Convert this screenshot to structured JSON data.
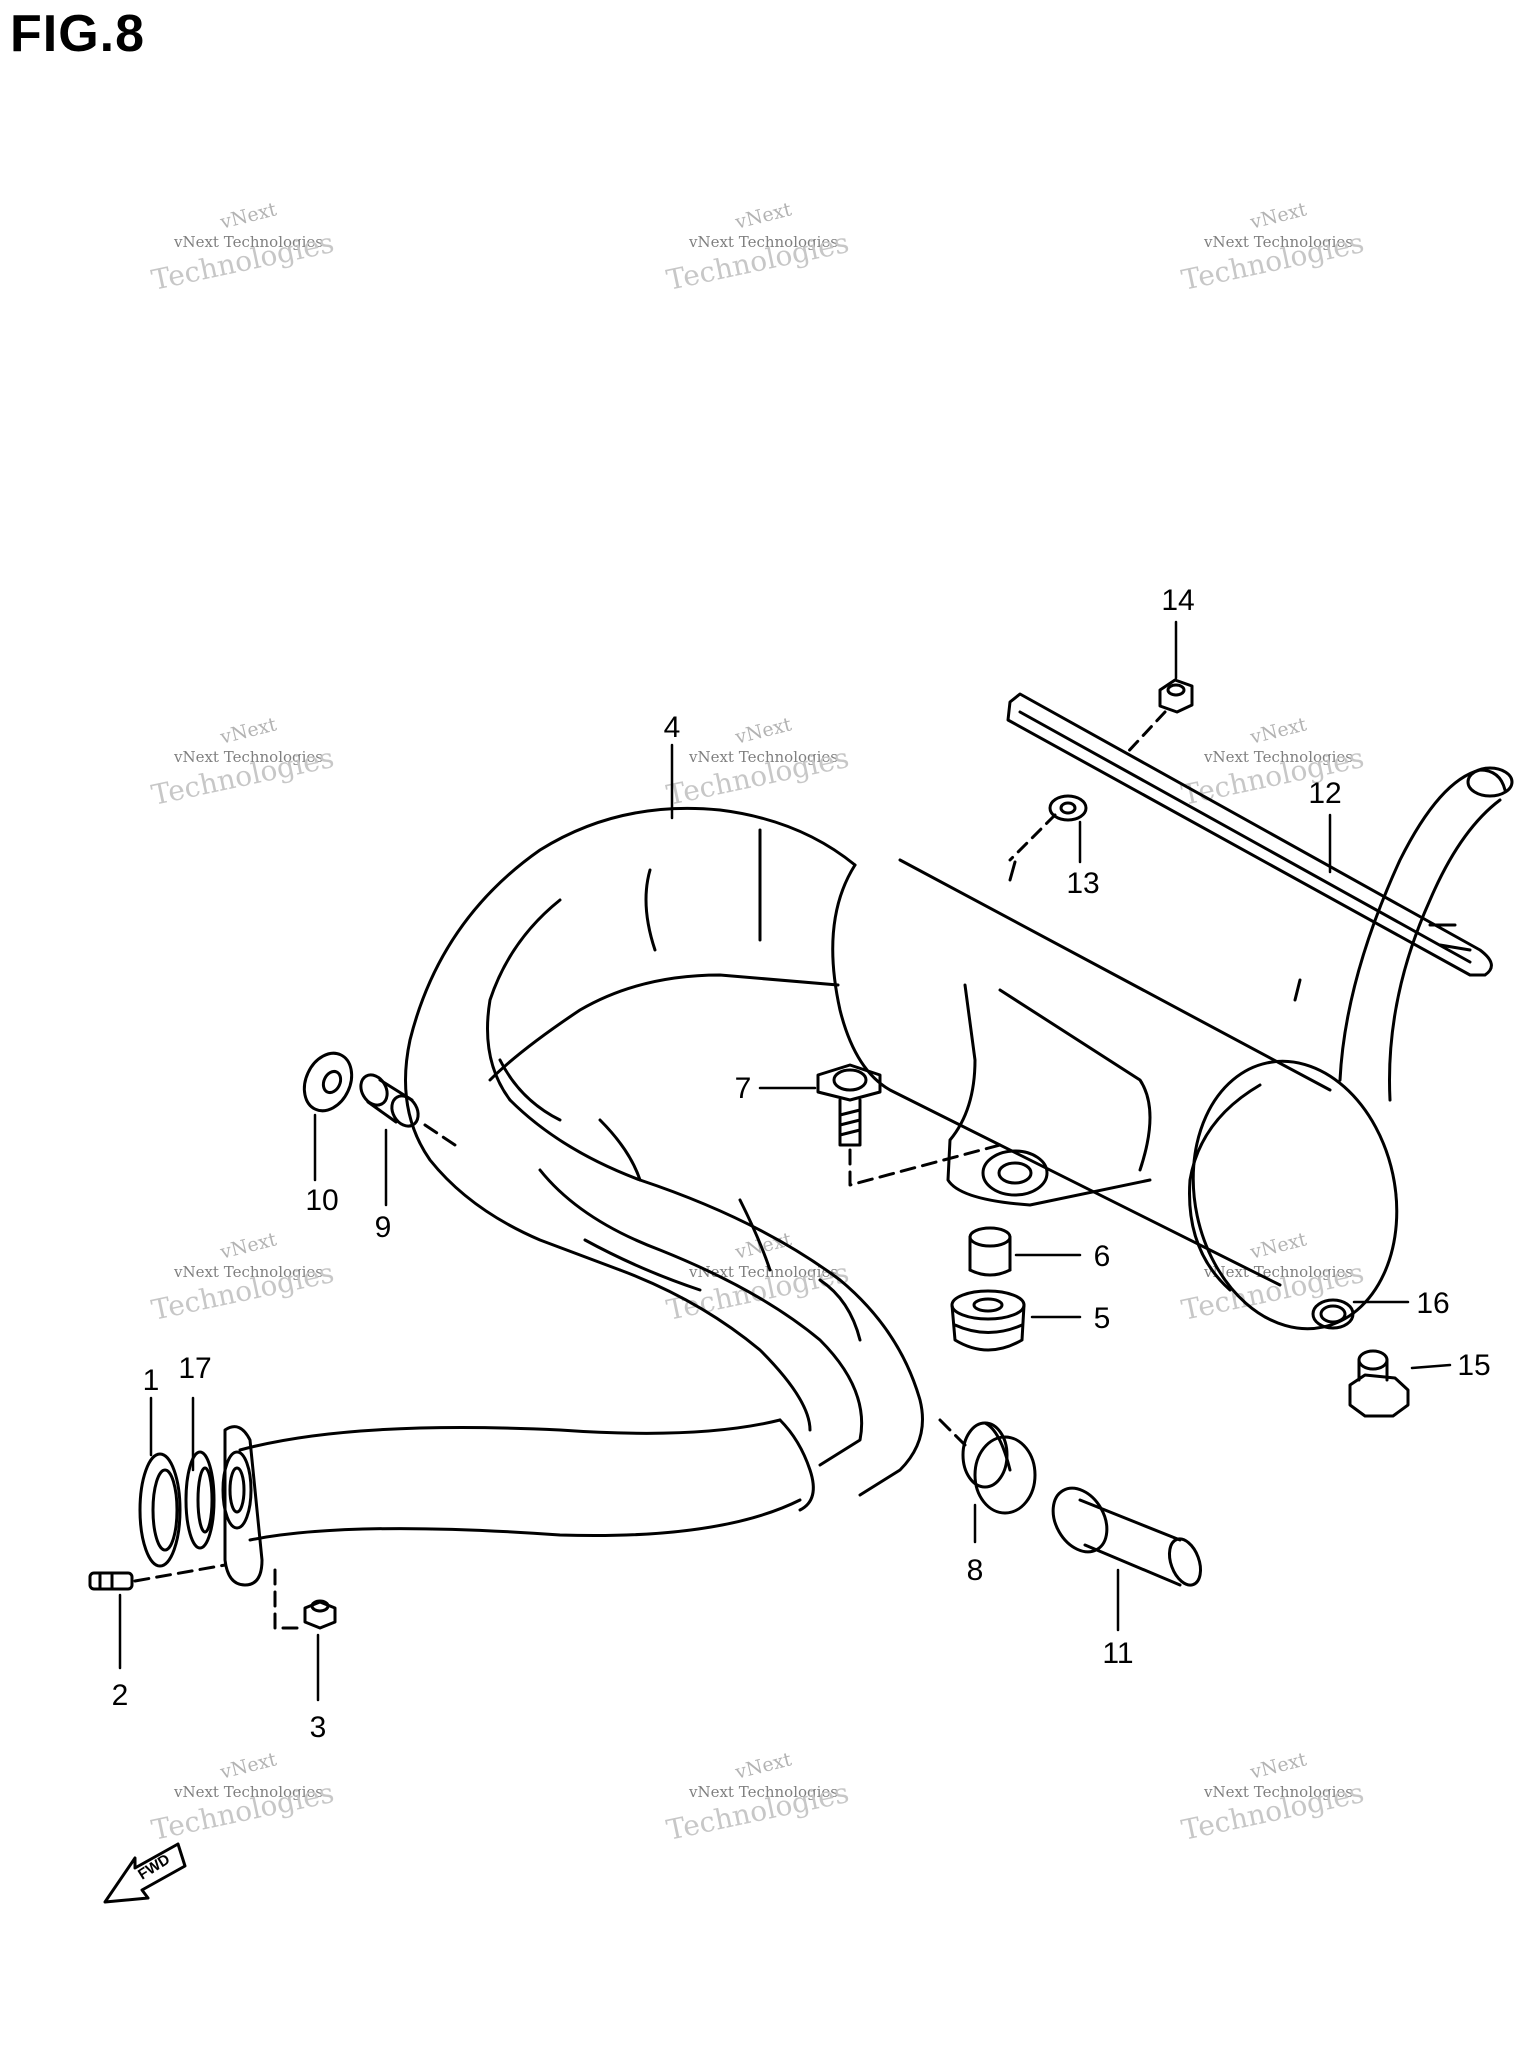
{
  "title": "FIG.8",
  "watermark": {
    "line1": "vNext",
    "line2": "vNext Technologies",
    "line3": "Technologies"
  },
  "callouts": [
    "1",
    "2",
    "3",
    "4",
    "5",
    "6",
    "7",
    "8",
    "9",
    "10",
    "11",
    "12",
    "13",
    "14",
    "15",
    "16",
    "17"
  ],
  "fwd_label": "FWD"
}
